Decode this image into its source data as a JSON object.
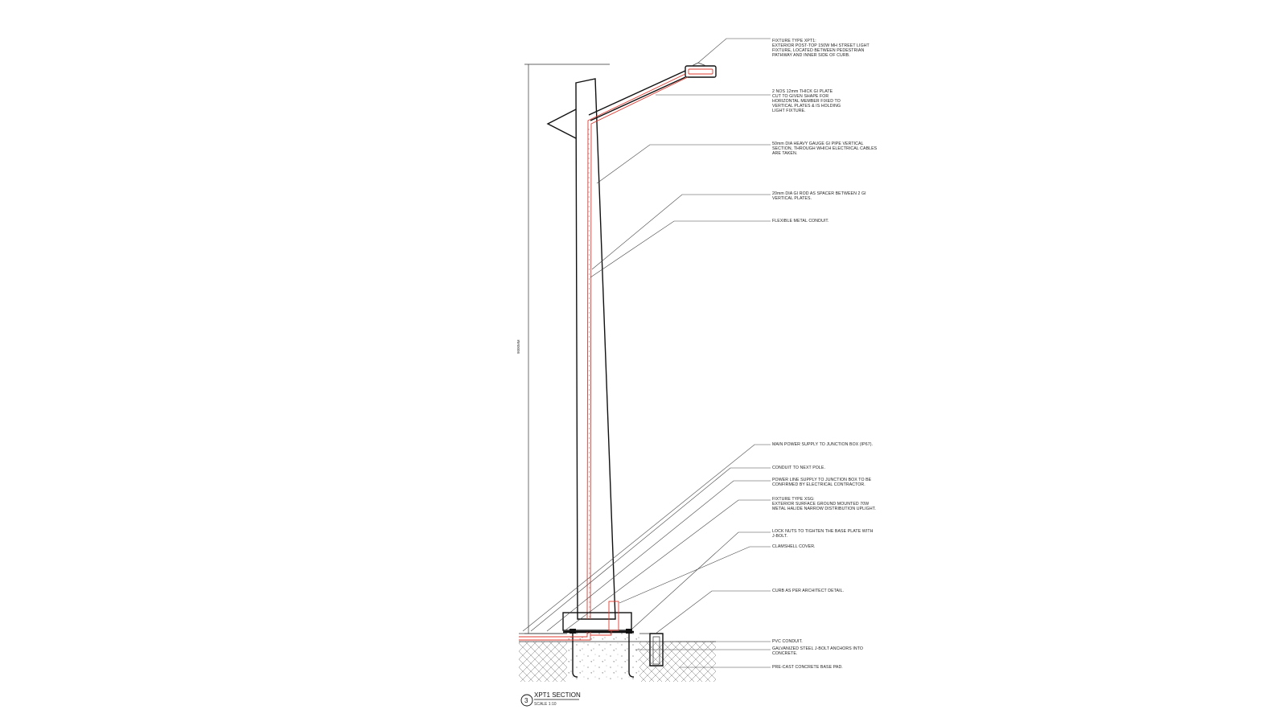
{
  "title_block": {
    "number": "3",
    "title": "XPT1 SECTION",
    "scale": "SCALE 1:10"
  },
  "dimension": {
    "label": "9000MM"
  },
  "notes": [
    [
      "FIXTURE TYPE XPT1:",
      "EXTERIOR POST-TOP 150W MH STREET LIGHT",
      "FIXTURE, LOCATED BETWEEN PEDESTRIAN",
      "PATHWAY AND INNER SIDE OF CURB."
    ],
    [
      "2 NOS 12mm THICK GI PLATE",
      "CUT TO GIVEN SHAPE FOR",
      "HORIZONTAL MEMBER FIXED TO",
      "VERTICAL PLATES & IS HOLDING",
      "LIGHT FIXTURE."
    ],
    [
      "50mm DIA HEAVY GAUGE GI PIPE VERTICAL",
      "SECTION, THROUGH WHICH ELECTRICAL CABLES",
      "ARE TAKEN."
    ],
    [
      "20mm DIA GI ROD AS SPACER BETWEEN 2 GI",
      "VERTICAL PLATES."
    ],
    [
      "FLEXIBLE METAL CONDUIT."
    ],
    [
      "MAIN POWER SUPPLY TO JUNCTION BOX (IP67)."
    ],
    [
      "CONDUIT TO NEXT POLE."
    ],
    [
      "POWER LINE SUPPLY TO JUNCTION BOX TO BE",
      "CONFIRMED BY ELECTRICAL CONTRACTOR."
    ],
    [
      "FIXTURE TYPE XSG:",
      "EXTERIOR SURFACE GROUND MOUNTED 70W",
      "METAL HALIDE NARROW DISTRIBUTION UPLIGHT."
    ],
    [
      "LOCK NUTS TO TIGHTEN THE BASE PLATE WITH",
      "J-BOLT."
    ],
    [
      "CLAMSHELL COVER."
    ],
    [
      "CURB AS PER ARCHITECT DETAIL."
    ],
    [
      "PVC CONDUIT."
    ],
    [
      "GALVANIZED STEEL J-BOLT ANCHORS INTO",
      "CONCRETE."
    ],
    [
      "PRE-CAST CONCRETE BASE PAD."
    ]
  ]
}
